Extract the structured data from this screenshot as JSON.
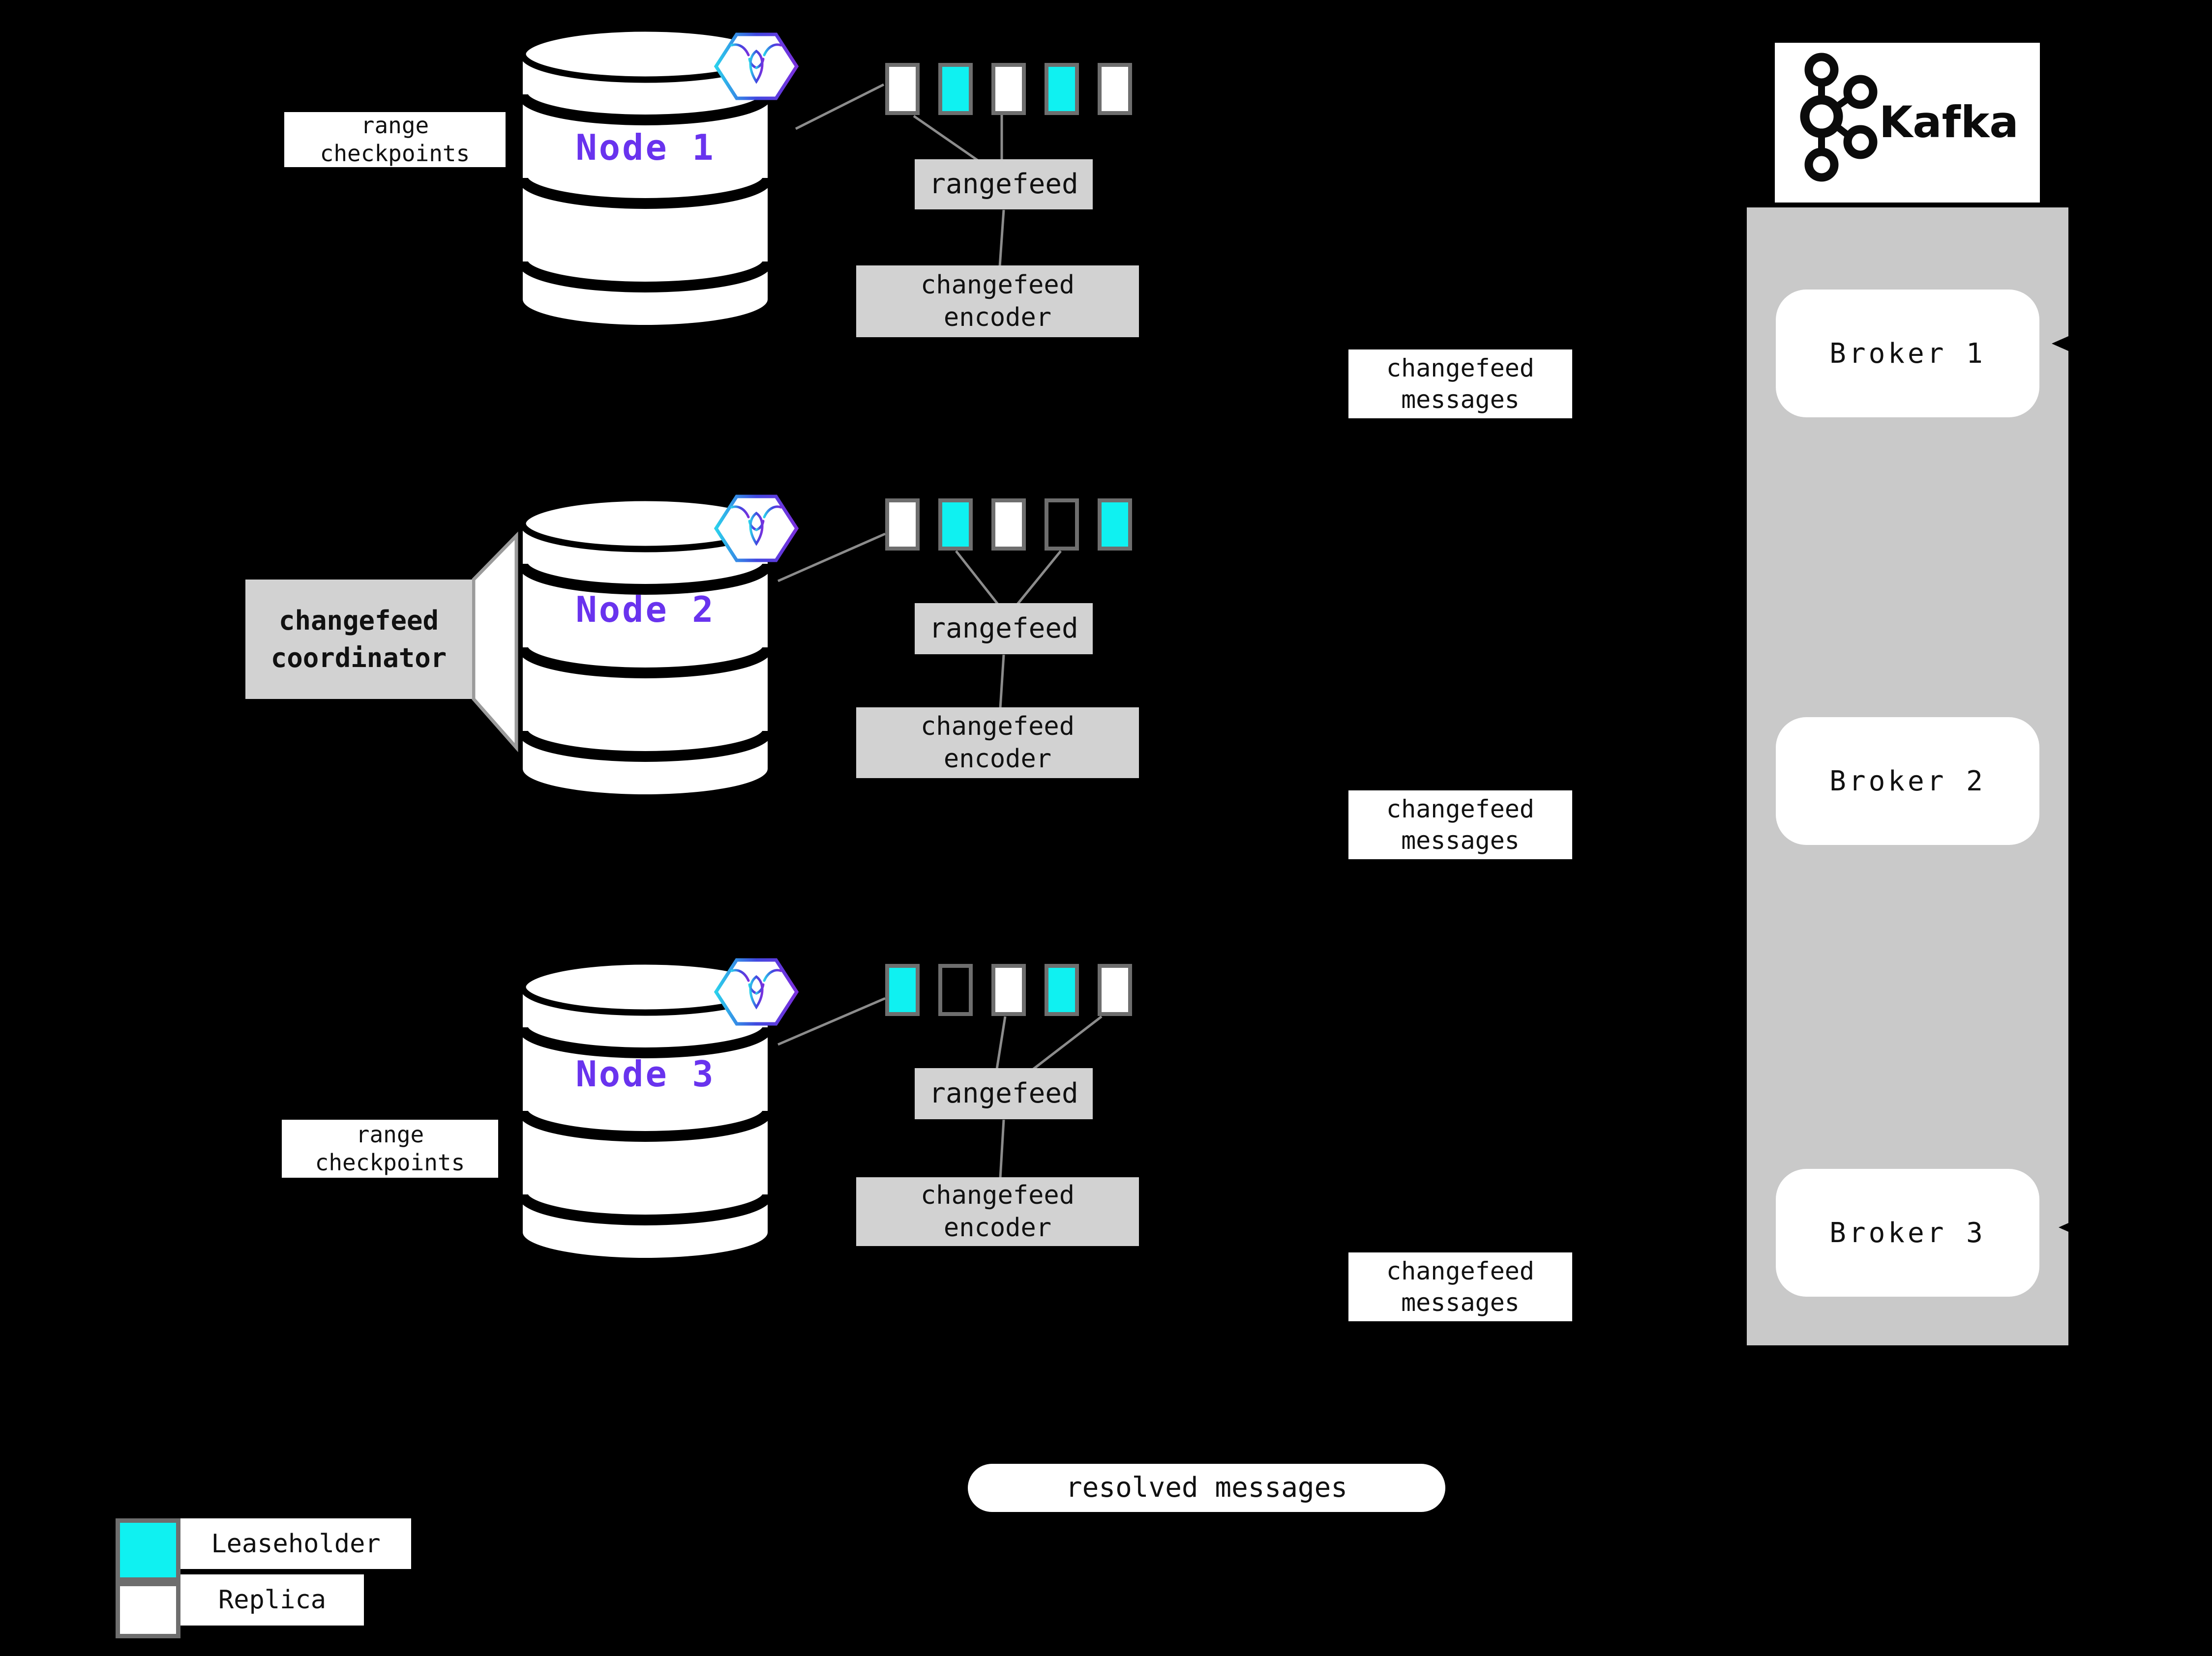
{
  "colors": {
    "background": "#000000",
    "leaseholder": "#0ff1f1",
    "replica": "#ffffff",
    "unfilled": "#000000",
    "range_border": "#6e6e6e",
    "box_gray": "#d2d2d2",
    "kafka_container_gray": "#c9c9c9",
    "node_purple": "#6933ee",
    "connector_gray": "#8c8c8c"
  },
  "labels": {
    "range_checkpoints": "range checkpoints",
    "rangefeed": "rangefeed",
    "changefeed_encoder": "changefeed encoder",
    "changefeed_messages": "changefeed messages",
    "changefeed_coordinator": "changefeed coordinator",
    "resolved_messages": "resolved messages"
  },
  "nodes": [
    {
      "name": "Node 1",
      "ranges": [
        "replica",
        "leaseholder",
        "replica",
        "leaseholder",
        "replica"
      ]
    },
    {
      "name": "Node 2",
      "ranges": [
        "replica",
        "leaseholder",
        "replica",
        "unfilled",
        "leaseholder"
      ]
    },
    {
      "name": "Node 3",
      "ranges": [
        "leaseholder",
        "unfilled",
        "replica",
        "leaseholder",
        "replica"
      ]
    }
  ],
  "kafka": {
    "title": "Kafka",
    "brokers": [
      {
        "label": "Broker 1"
      },
      {
        "label": "Broker 2"
      },
      {
        "label": "Broker 3"
      }
    ]
  },
  "legend": [
    {
      "swatch": "leaseholder",
      "label": "Leaseholder"
    },
    {
      "swatch": "replica",
      "label": "Replica"
    }
  ]
}
